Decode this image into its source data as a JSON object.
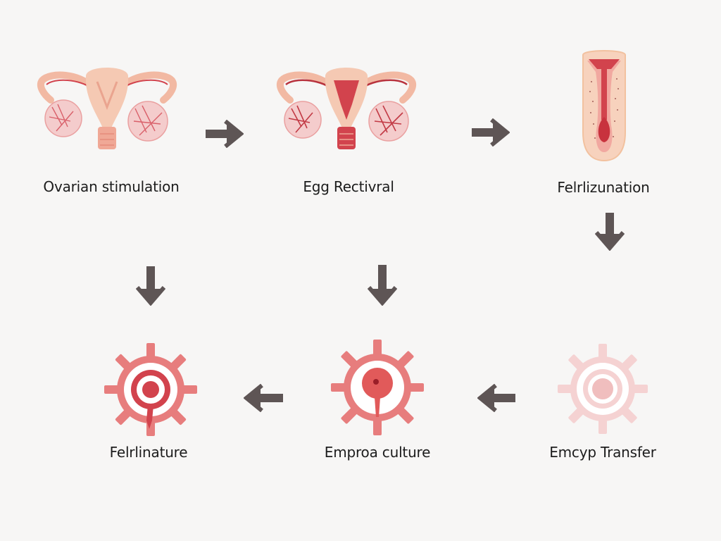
{
  "steps": [
    {
      "id": "ovarian-stimulation",
      "label": "Ovarian stimulation",
      "icon": "uterus-ovaries-icon"
    },
    {
      "id": "egg-retrieval",
      "label": "Egg Rectivral",
      "icon": "uterus-ovaries-icon"
    },
    {
      "id": "fertilization",
      "label": "Felrlizunation",
      "icon": "uterus-cross-section-icon"
    },
    {
      "id": "embryo-transfer",
      "label": "Emcyp Transfer",
      "icon": "cell-gear-icon"
    },
    {
      "id": "embryo-culture",
      "label": "Emproa culture",
      "icon": "cell-gear-icon"
    },
    {
      "id": "fertilinature",
      "label": "Felrlinature",
      "icon": "cell-gear-icon"
    }
  ],
  "colors": {
    "background": "#f7f6f5",
    "arrow": "#5e5555",
    "tissue": "#f5c9b3",
    "tissue_outline": "#e58a7a",
    "vessel": "#d2434d",
    "ovary": "#f4cccc",
    "gear_red": "#e77d7d",
    "gear_pale": "#f3cfcf",
    "text": "#1c1c1c"
  }
}
